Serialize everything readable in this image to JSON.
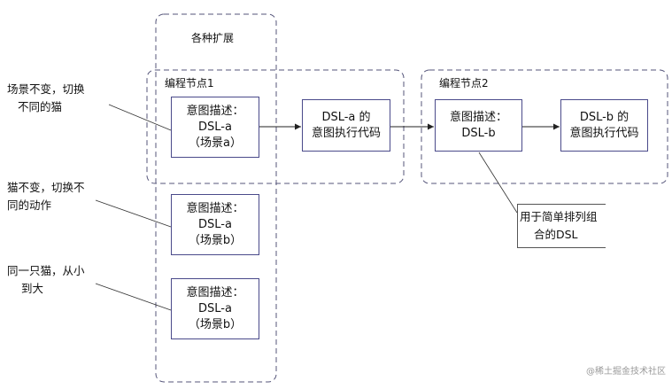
{
  "extensions": {
    "title": "各种扩展"
  },
  "node1": {
    "title": "编程节点1",
    "intent_box": [
      "意图描述：",
      "DSL-a",
      "（场景a）"
    ],
    "code_box": [
      "DSL-a 的",
      "意图执行代码"
    ]
  },
  "node2": {
    "title": "编程节点2",
    "intent_box": [
      "意图描述：",
      "DSL-b"
    ],
    "code_box": [
      "DSL-b 的",
      "意图执行代码"
    ]
  },
  "ext_boxes": [
    [
      "意图描述：",
      "DSL-a",
      "（场景b）"
    ],
    [
      "意图描述：",
      "DSL-a",
      "（场景b）"
    ]
  ],
  "notes": [
    [
      "场景不变，切换",
      "不同的猫"
    ],
    [
      "猫不变，切换不",
      "同的动作"
    ],
    [
      "同一只猫，从小",
      "到大"
    ]
  ],
  "callout": [
    "用于简单排列组",
    "合的DSL"
  ],
  "watermark": "@稀土掘金技术社区"
}
